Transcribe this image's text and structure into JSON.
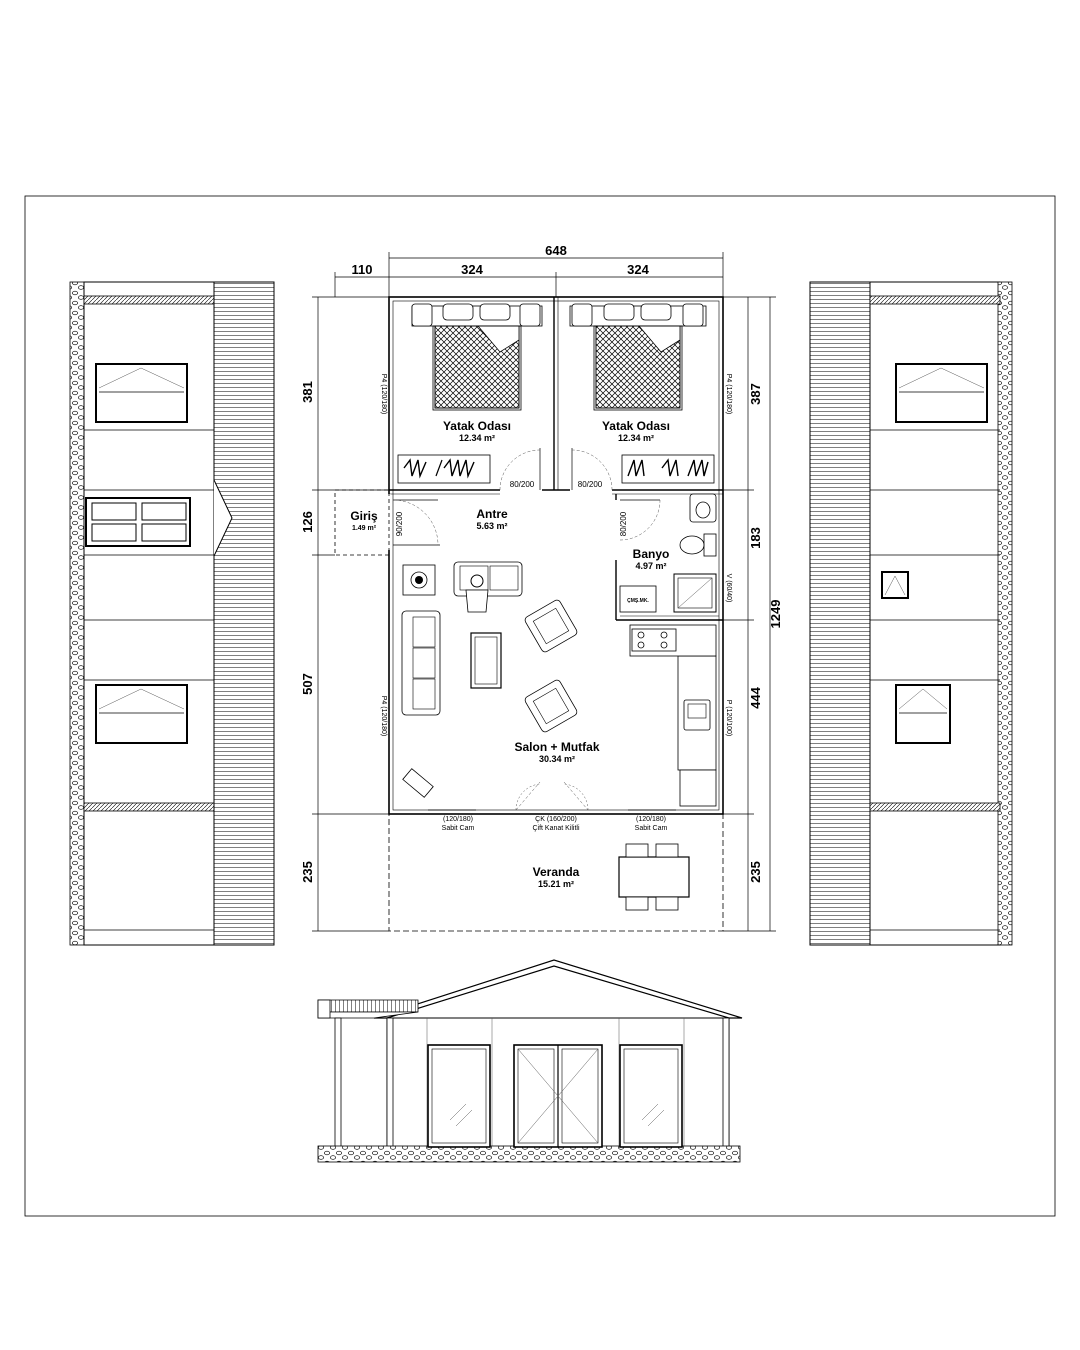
{
  "dimensions": {
    "top_total": "648",
    "top_left": "110",
    "top_a": "324",
    "top_b": "324",
    "left_1": "381",
    "left_2": "126",
    "left_3": "507",
    "left_4": "235",
    "right_1": "387",
    "right_2": "183",
    "right_3": "444",
    "right_4": "235",
    "right_total": "1249"
  },
  "rooms": {
    "bedroom1": {
      "name": "Yatak Odası",
      "area": "12.34 m²"
    },
    "bedroom2": {
      "name": "Yatak Odası",
      "area": "12.34 m²"
    },
    "entry": {
      "name": "Giriş",
      "area": "1.49 m²"
    },
    "hall": {
      "name": "Antre",
      "area": "5.63 m²"
    },
    "bath": {
      "name": "Banyo",
      "area": "4.97 m²"
    },
    "living": {
      "name": "Salon + Mutfak",
      "area": "30.34 m²"
    },
    "veranda": {
      "name": "Veranda",
      "area": "15.21 m²"
    }
  },
  "openings": {
    "door_bed1": "80/200",
    "door_bed2": "80/200",
    "door_entry": "90/200",
    "door_bath": "80/200",
    "win_bed1": "P4 (120/180)",
    "win_bed2": "P4 (120/180)",
    "win_living_left": "P4 (120/180)",
    "win_bath": "V (60/40)",
    "win_kitchen": "P (120/100)",
    "front_left_size": "(120/180)",
    "front_left_type": "Sabit Cam",
    "front_mid_size": "ÇK (160/200)",
    "front_mid_type": "Çift Kanat Kilitli",
    "front_right_size": "(120/180)",
    "front_right_type": "Sabit Cam",
    "laundry": "ÇMŞ.MK."
  }
}
